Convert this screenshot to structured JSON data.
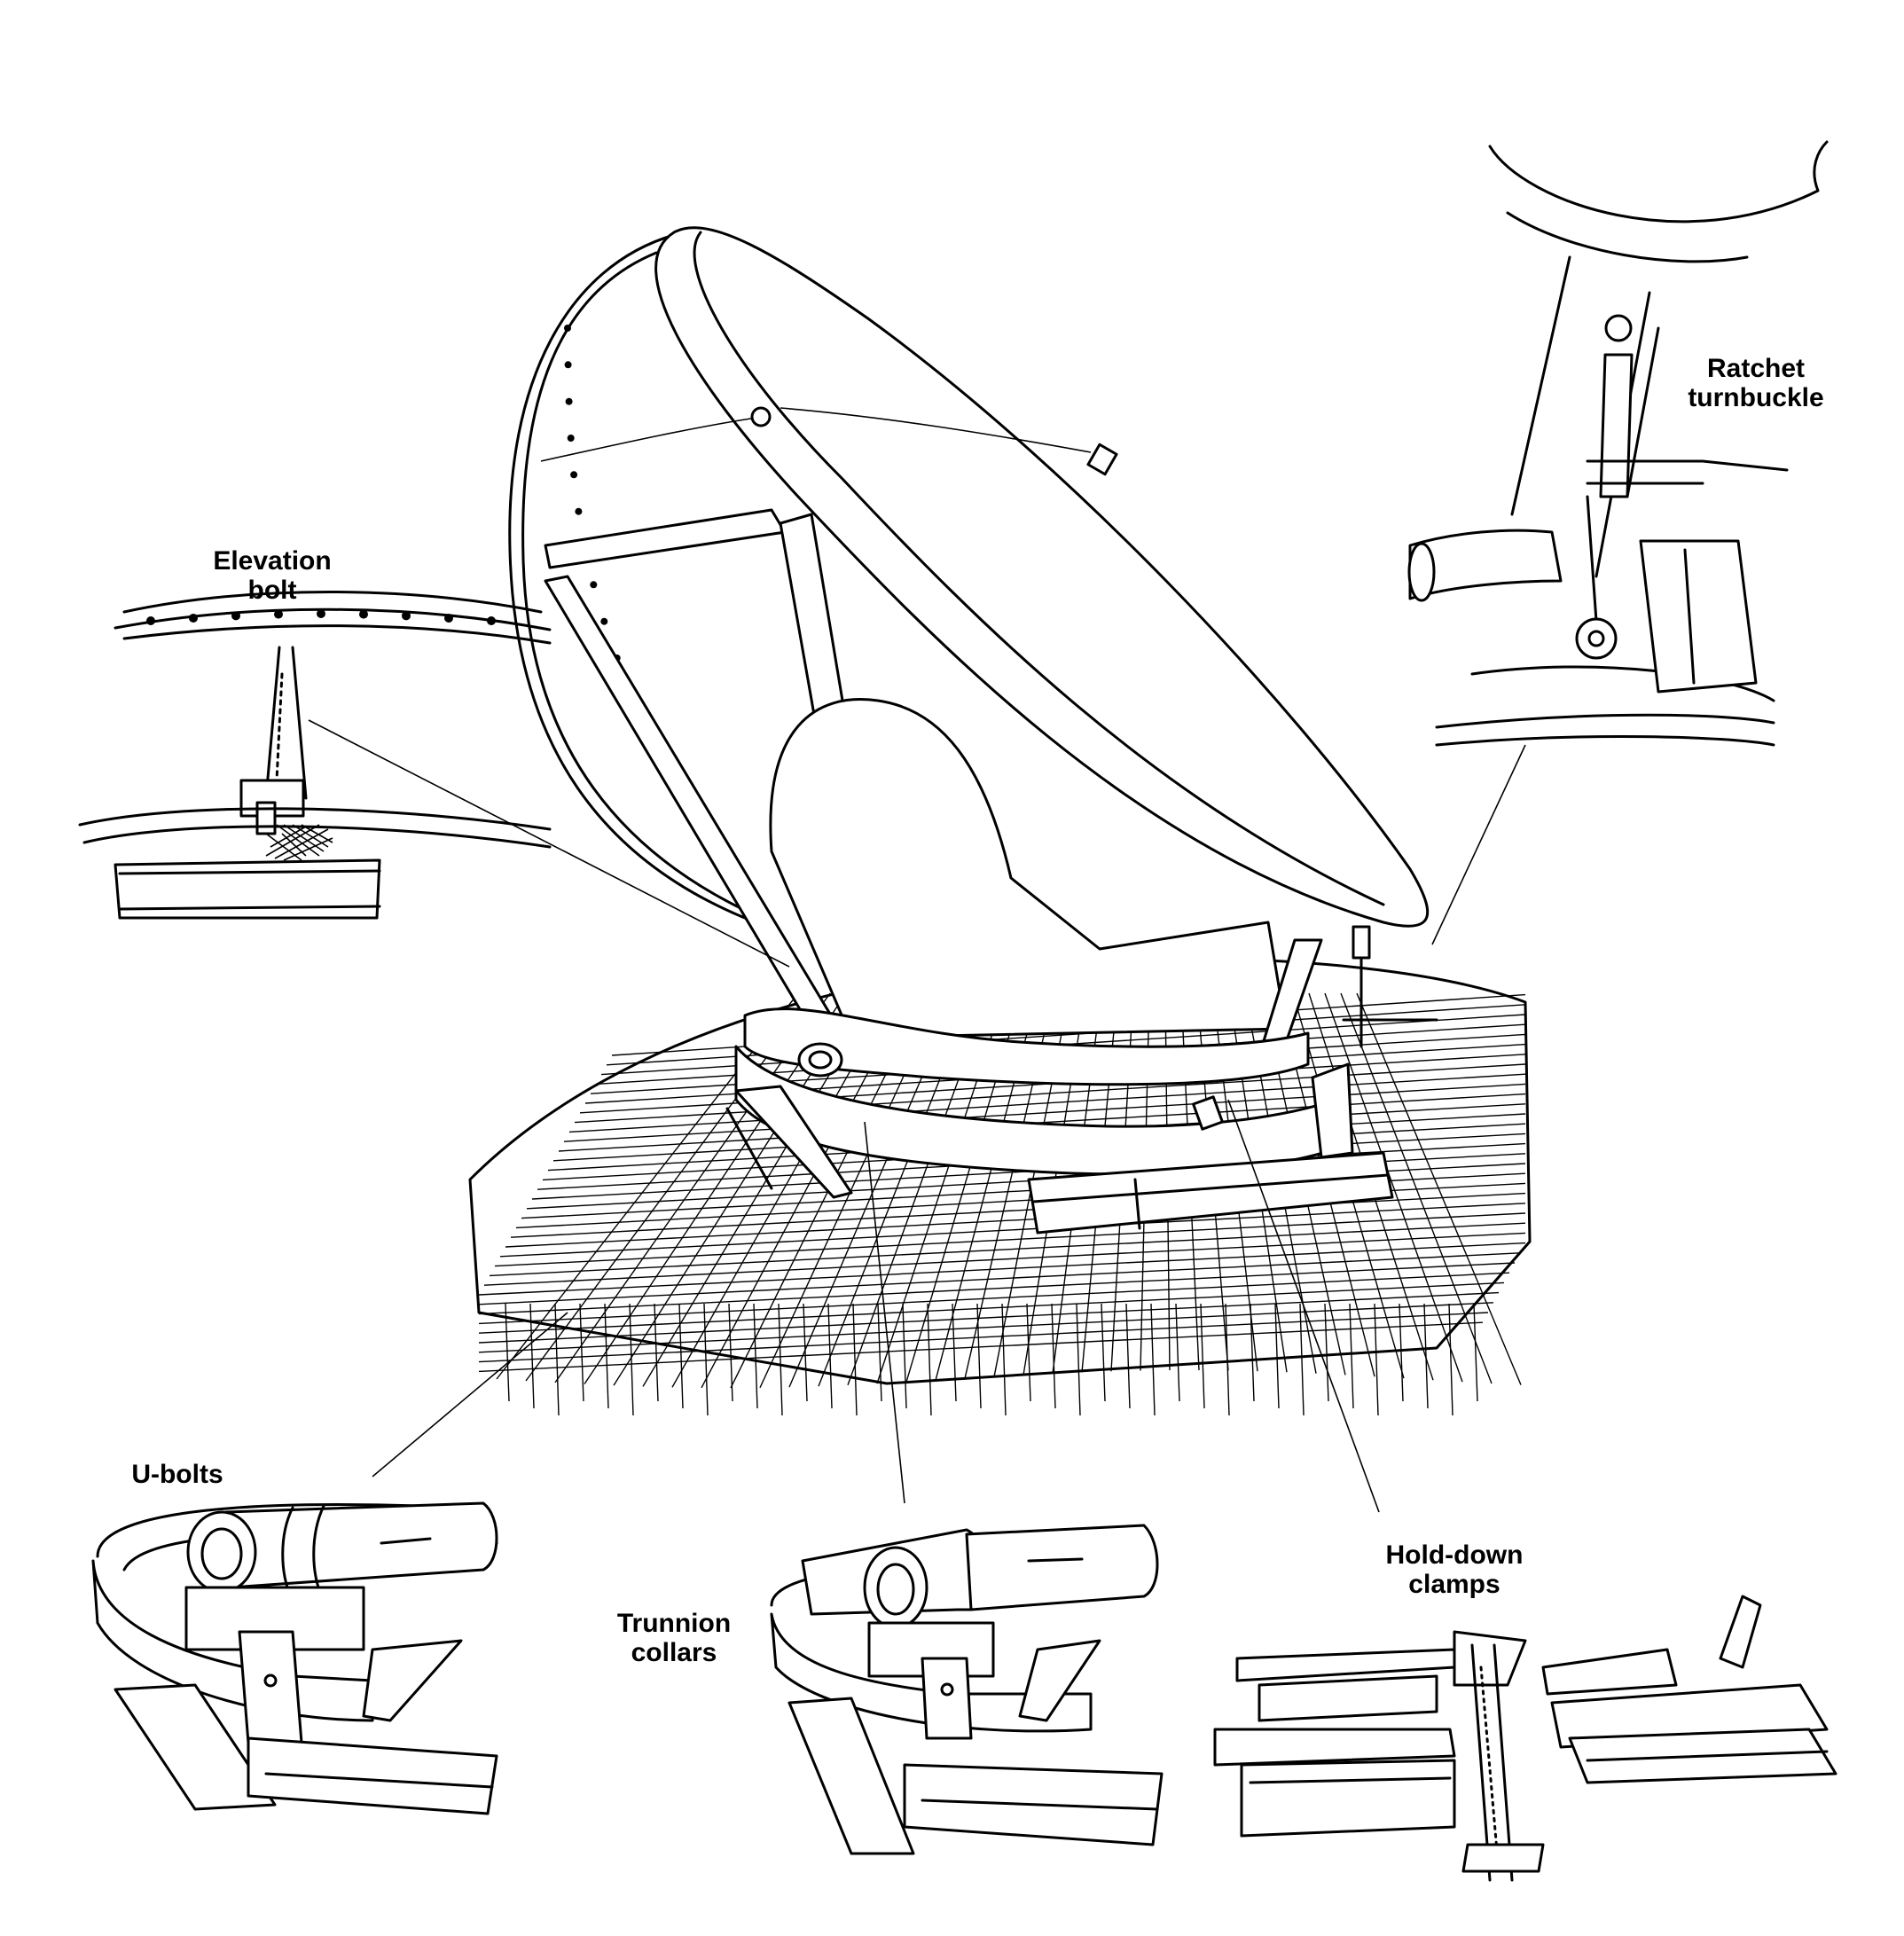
{
  "labels": {
    "elevation_bolt": [
      "Elevation",
      "bolt"
    ],
    "ratchet_turnbuckle": [
      "Ratchet",
      "turnbuckle"
    ],
    "u_bolts": [
      "U-bolts"
    ],
    "trunnion_collars": [
      "Trunnion",
      "collars"
    ],
    "hold_down_clamps": [
      "Hold-down",
      "clamps"
    ]
  },
  "colors": {
    "ink": "#000000",
    "paper": "#ffffff"
  }
}
